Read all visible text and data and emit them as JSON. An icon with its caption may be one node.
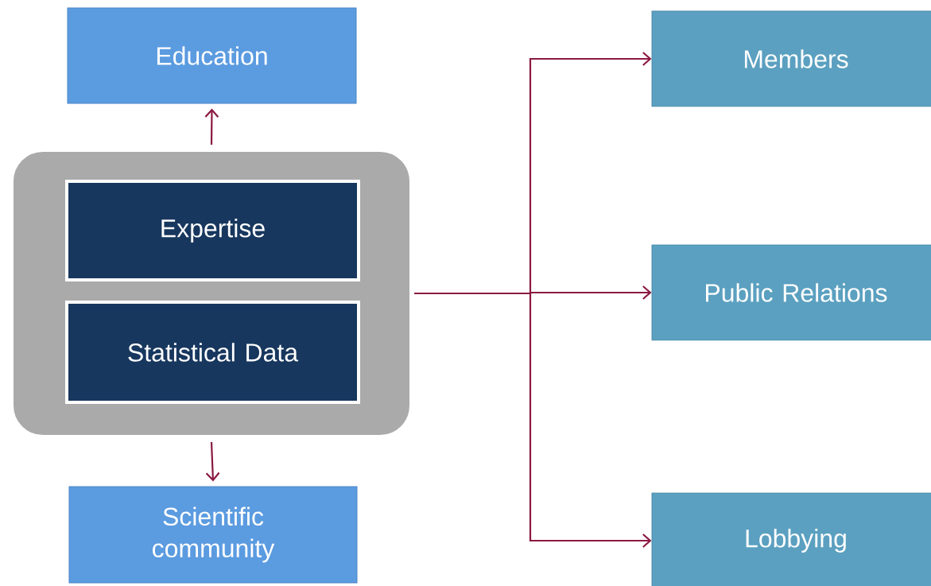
{
  "diagram": {
    "nodes": [
      {
        "text": [
          "Education"
        ]
      },
      {
        "text": [],
        "shape": "box"
      },
      {
        "text": [
          "Expertise"
        ],
        "in": 1
      },
      {
        "text": [
          "Statistical Data"
        ],
        "in": 1
      },
      {
        "text": [
          "Scientific community"
        ]
      },
      {
        "text": [
          "Members"
        ]
      },
      {
        "text": [
          "Public Relations"
        ]
      },
      {
        "text": [
          "Lobbying"
        ]
      }
    ],
    "edges": [
      {
        "from": 1,
        "to": 0,
        "arrow": "to"
      },
      {
        "from": 1,
        "to": 4,
        "arrow": "to"
      },
      {
        "from": 1,
        "to": 5,
        "arrow": "to"
      },
      {
        "from": 1,
        "to": 6,
        "arrow": "to"
      },
      {
        "from": 1,
        "to": 7,
        "arrow": "to"
      }
    ]
  }
}
